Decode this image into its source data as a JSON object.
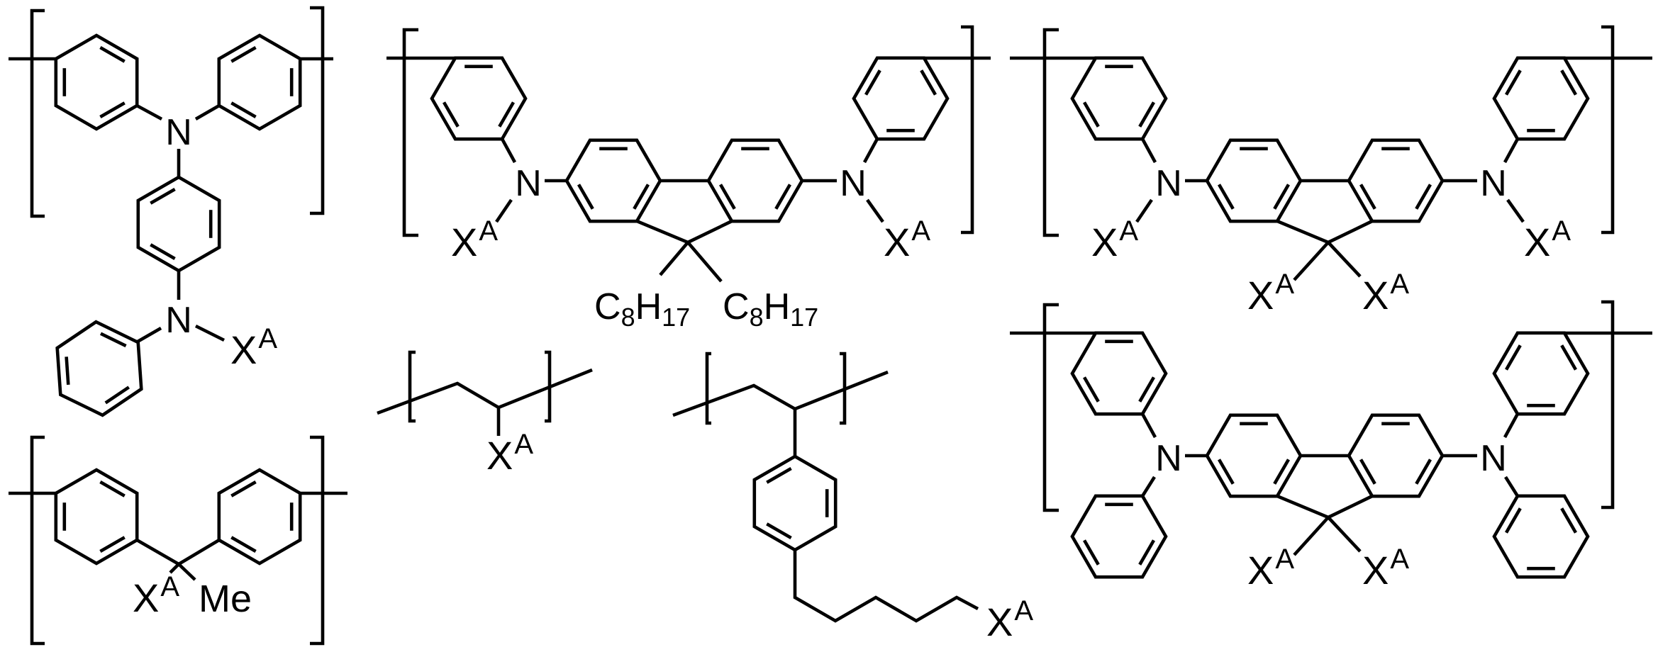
{
  "labels": {
    "nitrogen": "N",
    "substituent": "X",
    "substituent_superscript": "A",
    "methyl": "Me",
    "octyl_c": "C",
    "octyl_c_count": "8",
    "octyl_h": "H",
    "octyl_h_count": "17"
  },
  "structures": [
    {
      "id": "poly-triarylamine",
      "substituent_count": 1
    },
    {
      "id": "poly-diphenylethane",
      "substituent_count": 1
    },
    {
      "id": "poly-fluorene-diamine-dioctyl",
      "substituent_count": 2
    },
    {
      "id": "polyvinyl",
      "substituent_count": 1
    },
    {
      "id": "polystyrene-pentyl",
      "substituent_count": 1
    },
    {
      "id": "poly-fluorene-diamine-x4",
      "substituent_count": 4
    },
    {
      "id": "poly-fluorene-tetraphenyl-diamine",
      "substituent_count": 2
    }
  ],
  "colors": {
    "ink": "#000000",
    "background": "#ffffff"
  }
}
